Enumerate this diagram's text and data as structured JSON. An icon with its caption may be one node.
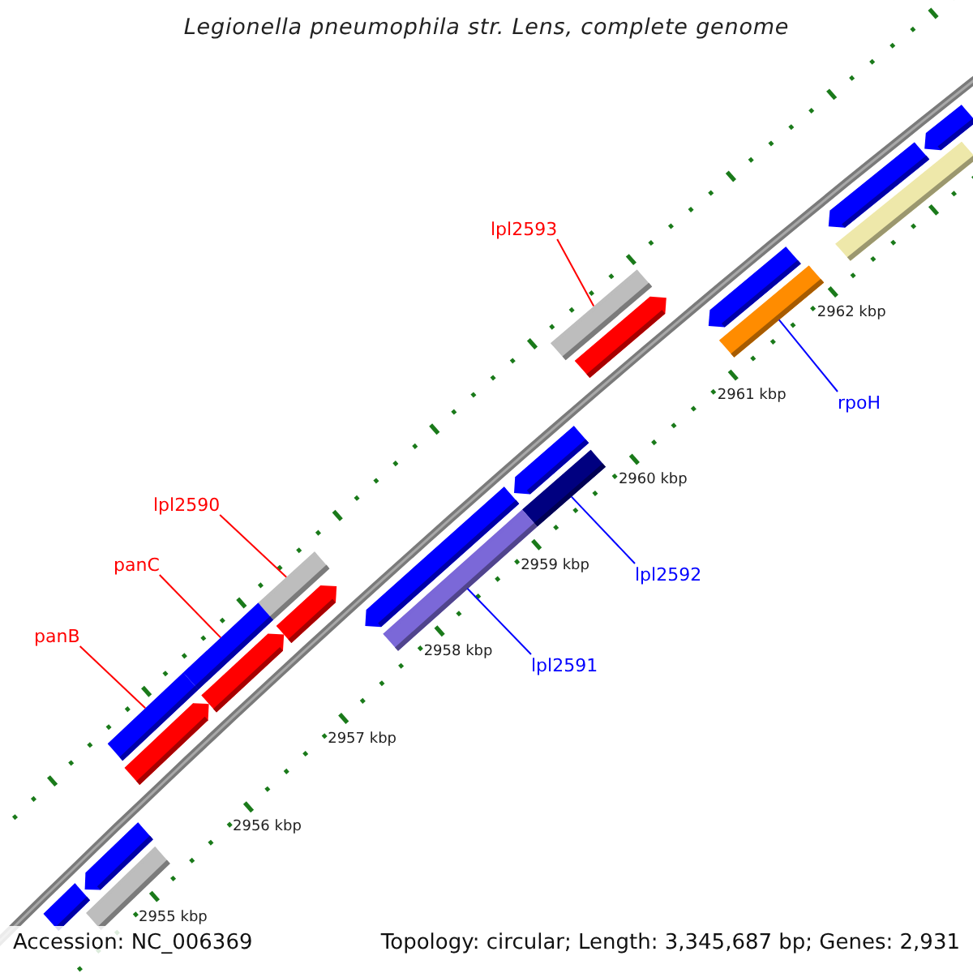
{
  "diagram": {
    "title": "Legionella pneumophila str. Lens, complete genome",
    "nodes": [
      {
        "text": [
          "lpl2593"
        ]
      },
      {
        "text": [
          "rpoH"
        ]
      },
      {
        "text": [
          "lpl2590"
        ]
      },
      {
        "text": [
          "panC"
        ]
      },
      {
        "text": [
          "lpl2592"
        ]
      },
      {
        "text": [
          "panB"
        ]
      },
      {
        "text": [
          "lpl2591"
        ]
      },
      {
        "text": [],
        "shape": "bar"
      },
      {
        "text": [],
        "shape": "bar"
      },
      {
        "text": [],
        "shape": "bar"
      },
      {
        "text": [],
        "shape": "bar"
      },
      {
        "text": [],
        "shape": "bar"
      },
      {
        "text": [],
        "shape": "bar"
      },
      {
        "text": [],
        "shape": "bar"
      },
      {
        "text": [],
        "shape": "bar"
      },
      {
        "text": [],
        "shape": "bar"
      },
      {
        "text": [],
        "shape": "bar"
      },
      {
        "text": [],
        "shape": "bar"
      },
      {
        "text": [],
        "shape": "bar"
      },
      {
        "text": [],
        "shape": "bar"
      },
      {
        "text": [],
        "shape": "bar"
      },
      {
        "text": [],
        "shape": "bar"
      },
      {
        "text": [],
        "shape": "bar"
      },
      {
        "text": [],
        "shape": "bar"
      },
      {
        "text": [],
        "shape": "bar"
      },
      {
        "text": [],
        "shape": "bar"
      },
      {
        "text": [],
        "shape": "bar"
      }
    ],
    "edges": [
      {
        "from": 0,
        "to": 7,
        "arrow": "none"
      },
      {
        "from": 1,
        "to": 8,
        "arrow": "none",
        "color": "#0000ff"
      },
      {
        "from": 2,
        "to": 9,
        "arrow": "none"
      },
      {
        "from": 3,
        "to": 10,
        "arrow": "none"
      },
      {
        "from": 4,
        "to": 11,
        "arrow": "none",
        "color": "#0000ff"
      },
      {
        "from": 5,
        "to": 12,
        "arrow": "none"
      },
      {
        "from": 6,
        "to": 13,
        "arrow": "none",
        "color": "#0000ff"
      }
    ],
    "labels": [
      "2962 kbp",
      "2961 kbp",
      "2960 kbp",
      "2959 kbp",
      "2958 kbp",
      "2957 kbp",
      "2956 kbp",
      "2955 kbp",
      "Accession: NC_006369",
      "Topology: circular; Length: 3,345,687 bp; Genes: 2,931"
    ]
  }
}
